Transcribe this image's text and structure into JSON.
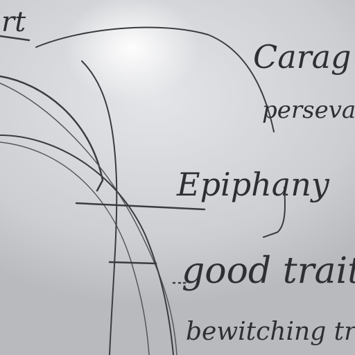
{
  "whiteboard": {
    "words": {
      "top_left": "rt",
      "courage": "Carag",
      "perseverance": "perseva",
      "epiphany": "Epiphany",
      "good_traits": "good traits",
      "bewitching": "bewitching trait"
    },
    "colors": {
      "board": "#d8d9dc",
      "glare": "#ffffff",
      "marker": "#3a3b40"
    }
  }
}
